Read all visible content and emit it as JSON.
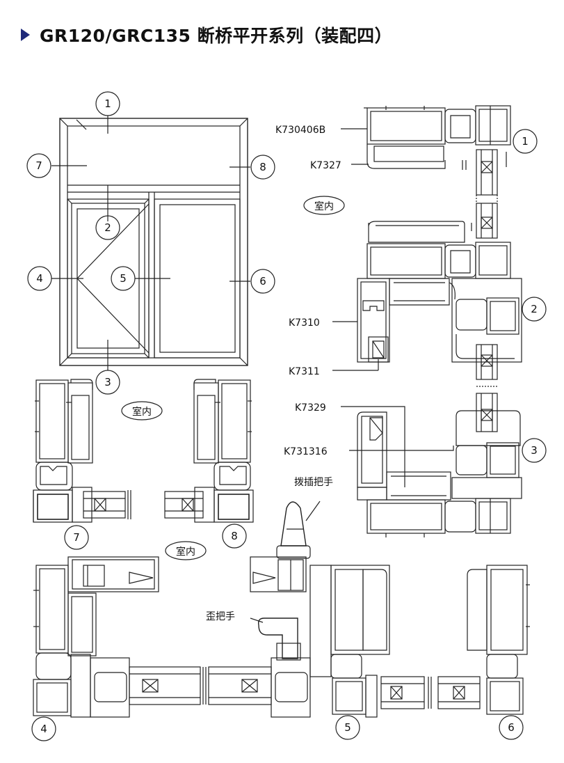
{
  "title": "GR120/GRC135 断桥平开系列（装配四）",
  "callouts": [
    "1",
    "2",
    "3",
    "4",
    "5",
    "6",
    "7",
    "8"
  ],
  "labels": {
    "interior": "室内",
    "part_k730406b": "K730406B",
    "part_k7327": "K7327",
    "part_k7310": "K7310",
    "part_k7311": "K7311",
    "part_k7329": "K7329",
    "part_k731316": "K731316",
    "handle_plug": "拨插把手",
    "handle_crank": "歪把手"
  },
  "colors": {
    "accent": "#1f2a7a",
    "line": "#222222"
  }
}
